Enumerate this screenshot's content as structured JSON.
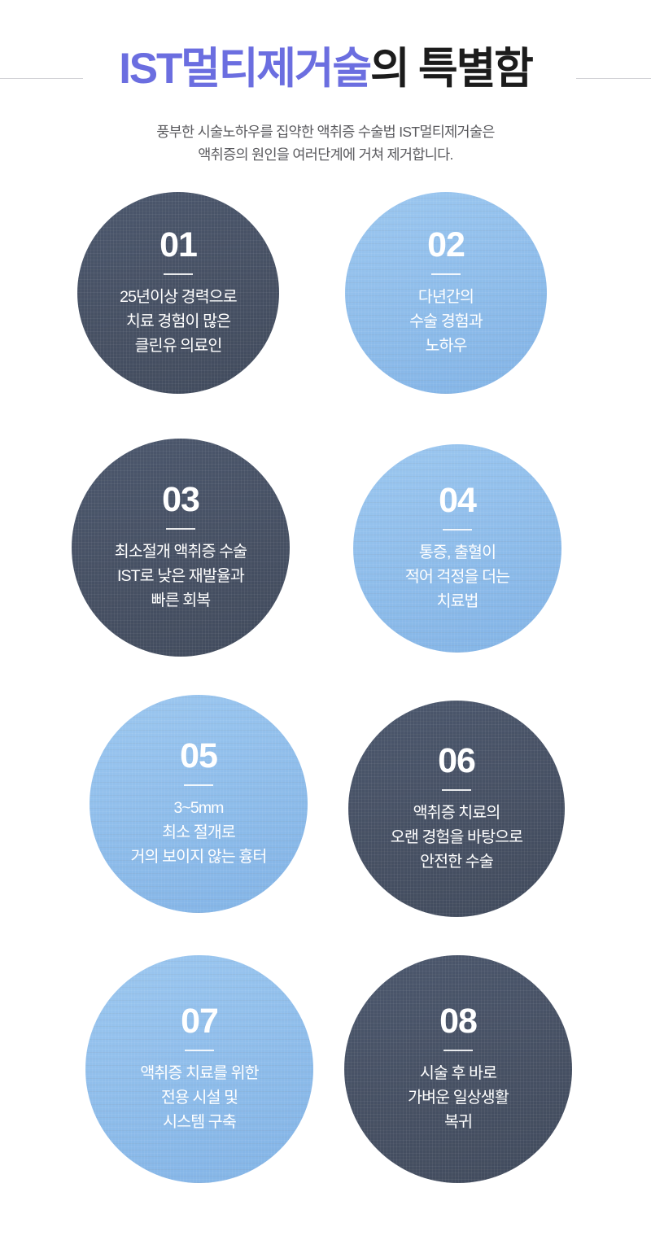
{
  "header": {
    "title_accent": "IST멀티제거술",
    "title_plain": "의 특별함",
    "subtitle_line1": "풍부한 시술노하우를 집약한 액취증 수술법 IST멀티제거술은",
    "subtitle_line2": "액취증의 원인을 여러단계에 거쳐 제거합니다."
  },
  "colors": {
    "accent": "#6b6ee0",
    "title_plain": "#1c1c1c",
    "subtitle": "#5a5a5e",
    "circle_dark": "#465063",
    "circle_light": "#8dbcea",
    "rule": "#d2d2d6",
    "background": "#ffffff"
  },
  "circles": [
    {
      "number": "01",
      "theme": "dark",
      "lines": [
        "25년이상 경력으로",
        "치료 경험이 많은",
        "클린유 의료인"
      ]
    },
    {
      "number": "02",
      "theme": "light",
      "lines": [
        "다년간의",
        "수술 경험과",
        "노하우"
      ]
    },
    {
      "number": "03",
      "theme": "dark",
      "lines": [
        "최소절개 액취증 수술",
        "IST로 낮은 재발율과",
        "빠른 회복"
      ]
    },
    {
      "number": "04",
      "theme": "light",
      "lines": [
        "통증, 출혈이",
        "적어 걱정을 더는",
        "치료법"
      ]
    },
    {
      "number": "05",
      "theme": "light",
      "lines": [
        "3~5mm",
        "최소 절개로",
        "거의 보이지 않는 흉터"
      ]
    },
    {
      "number": "06",
      "theme": "dark",
      "lines": [
        "액취증 치료의",
        "오랜 경험을 바탕으로",
        "안전한 수술"
      ]
    },
    {
      "number": "07",
      "theme": "light",
      "lines": [
        "액취증 치료를 위한",
        "전용 시설 및",
        "시스템 구축"
      ]
    },
    {
      "number": "08",
      "theme": "dark",
      "lines": [
        "시술 후 바로",
        "가벼운 일상생활",
        "복귀"
      ]
    }
  ]
}
